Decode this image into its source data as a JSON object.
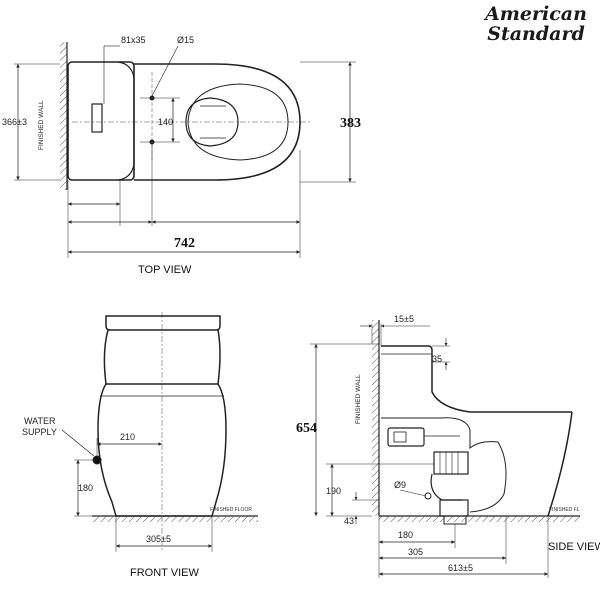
{
  "brand": {
    "line1": "American",
    "line2": "Standard"
  },
  "top_view": {
    "caption": "TOP VIEW",
    "wall_label": "FINISHED WALL",
    "dims": {
      "outlet_size": "81x35",
      "hole_dia": "Ø15",
      "hole_spacing": "140",
      "outlet_offset": "366±3",
      "width": "383",
      "length": "742"
    }
  },
  "front_view": {
    "caption": "FRONT VIEW",
    "water_supply": {
      "line1": "WATER",
      "line2": "SUPPLY"
    },
    "floor_label": "FINISHED FLOOR",
    "dims": {
      "supply_offset": "210",
      "supply_height": "180",
      "base_width": "305±5"
    }
  },
  "side_view": {
    "caption": "SIDE VIEW",
    "wall_label": "FINISHED WALL",
    "floor_label": "FINISHED FL",
    "dims": {
      "wall_gap": "15±5",
      "tank_step": "35",
      "height": "654",
      "inlet_height": "190",
      "inlet_dia": "Ø9",
      "floor_offset": "43",
      "rough_in": "180",
      "base_depth": "305",
      "total_depth": "613±5"
    }
  },
  "colors": {
    "line": "#222222",
    "floor_hatch": "#555555",
    "background": "#ffffff"
  }
}
